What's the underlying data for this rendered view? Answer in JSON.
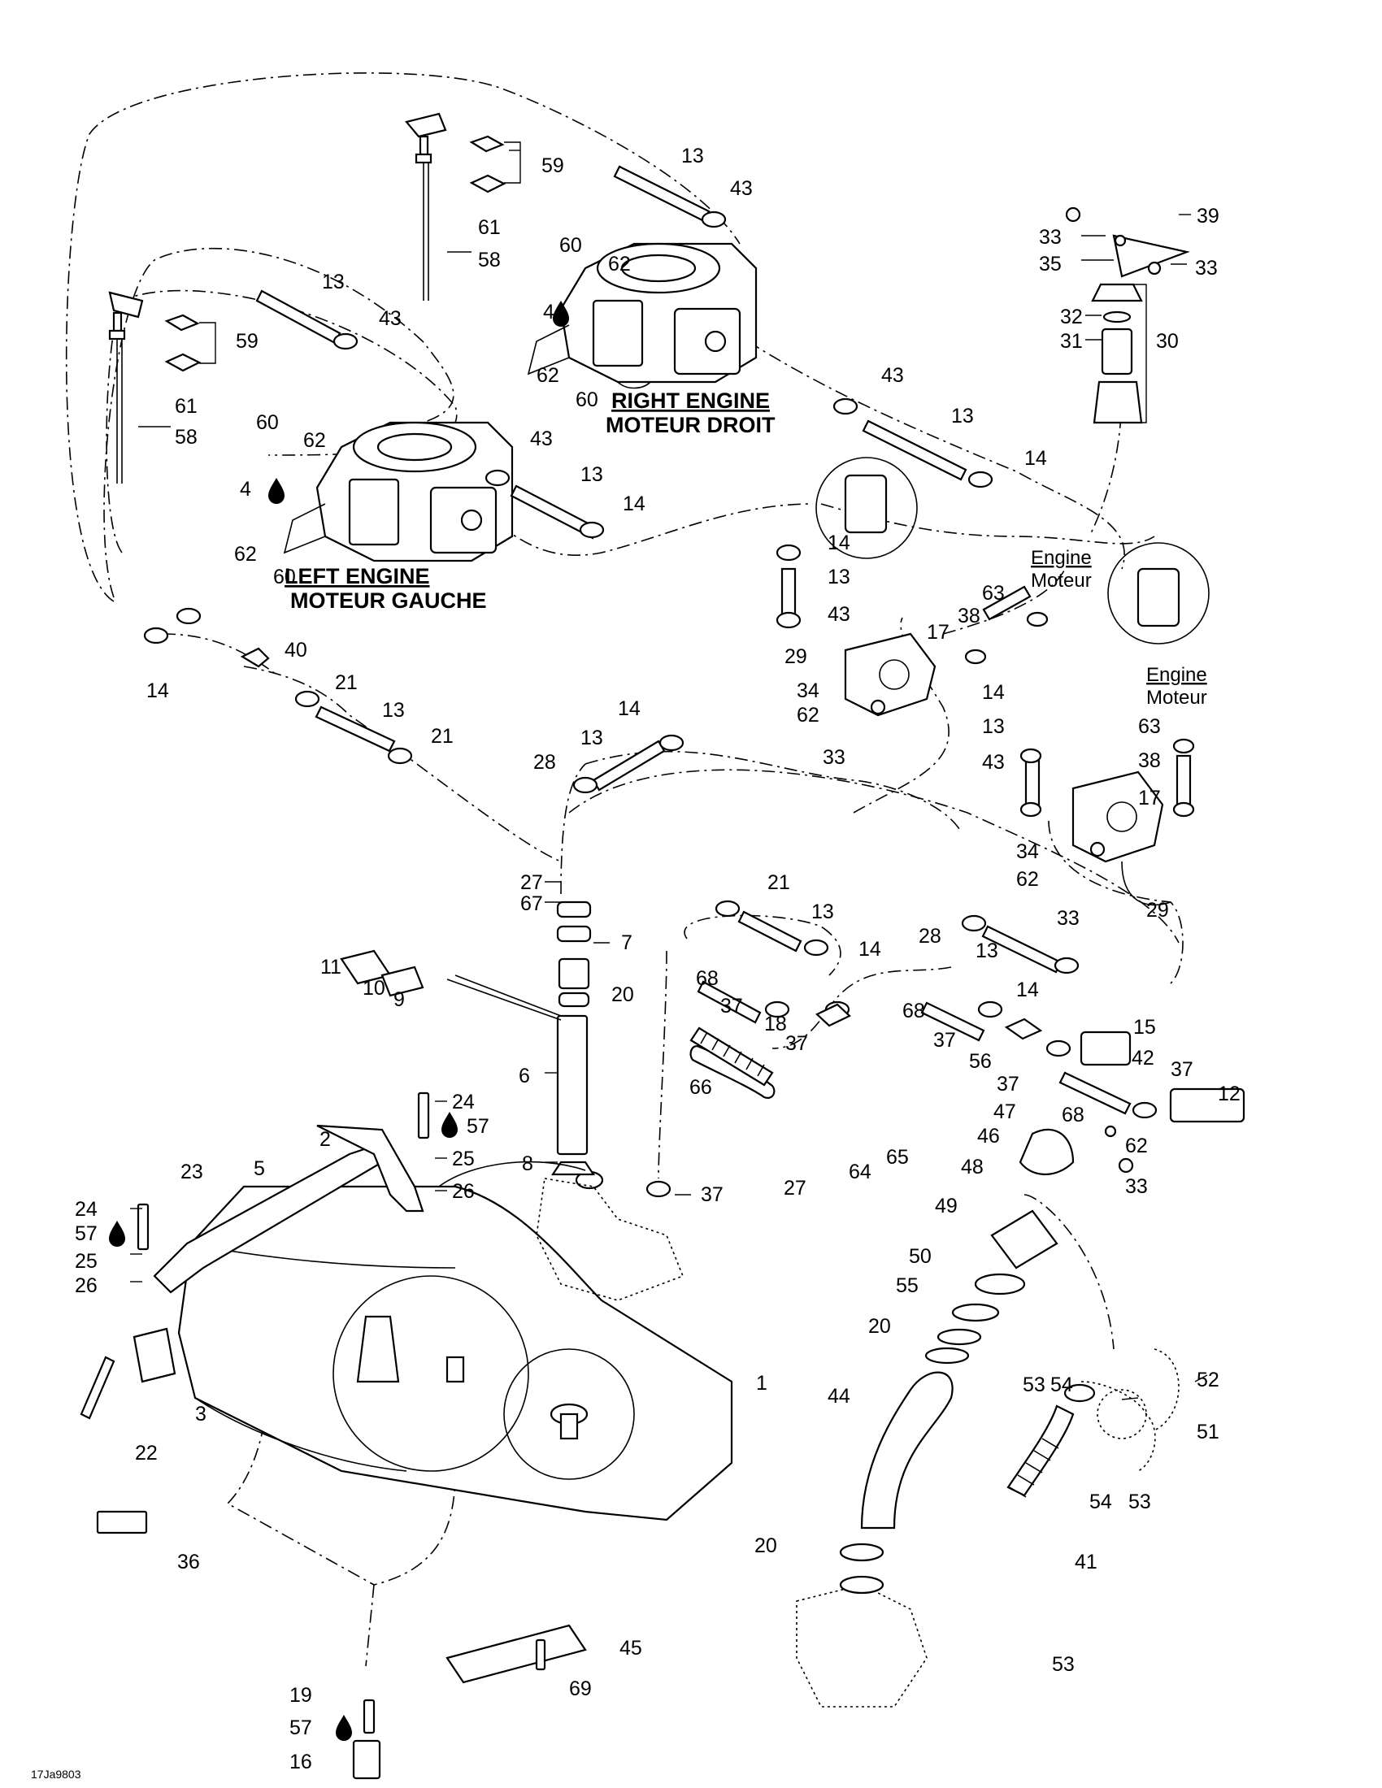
{
  "sheet": {
    "code": "17Ja9803"
  },
  "headings": {
    "right_engine": "RIGHT ENGINE",
    "right_engine_fr": "MOTEUR DROIT",
    "left_engine": "LEFT ENGINE",
    "left_engine_fr": "MOTEUR GAUCHE",
    "engine_label": "Engine",
    "engine_label_fr": "Moteur"
  },
  "icons": {
    "oil_drop": "oil-drop-icon"
  },
  "callouts": [
    {
      "id": "c13a",
      "text": "13"
    },
    {
      "id": "c43a",
      "text": "43"
    },
    {
      "id": "c59a",
      "text": "59"
    },
    {
      "id": "c61a",
      "text": "61"
    },
    {
      "id": "c58a",
      "text": "58"
    },
    {
      "id": "c60a",
      "text": "60"
    },
    {
      "id": "c62a",
      "text": "62"
    },
    {
      "id": "c4a",
      "text": "4"
    },
    {
      "id": "c62b",
      "text": "62"
    },
    {
      "id": "c60b",
      "text": "60"
    },
    {
      "id": "c13b",
      "text": "13"
    },
    {
      "id": "c43b",
      "text": "43"
    },
    {
      "id": "c59b",
      "text": "59"
    },
    {
      "id": "c61b",
      "text": "61"
    },
    {
      "id": "c58b",
      "text": "58"
    },
    {
      "id": "c60c",
      "text": "60"
    },
    {
      "id": "c62c",
      "text": "62"
    },
    {
      "id": "c4b",
      "text": "4"
    },
    {
      "id": "c62d",
      "text": "62"
    },
    {
      "id": "c60d",
      "text": "60"
    },
    {
      "id": "c43c",
      "text": "43"
    },
    {
      "id": "c13c",
      "text": "13"
    },
    {
      "id": "c14a",
      "text": "14"
    },
    {
      "id": "c33a",
      "text": "33"
    },
    {
      "id": "c39",
      "text": "39"
    },
    {
      "id": "c35",
      "text": "35"
    },
    {
      "id": "c33b",
      "text": "33"
    },
    {
      "id": "c32",
      "text": "32"
    },
    {
      "id": "c31",
      "text": "31"
    },
    {
      "id": "c30",
      "text": "30"
    },
    {
      "id": "c43d",
      "text": "43"
    },
    {
      "id": "c13d",
      "text": "13"
    },
    {
      "id": "c14b",
      "text": "14"
    },
    {
      "id": "c14c",
      "text": "14"
    },
    {
      "id": "c13e",
      "text": "13"
    },
    {
      "id": "c43e",
      "text": "43"
    },
    {
      "id": "c63a",
      "text": "63"
    },
    {
      "id": "c38a",
      "text": "38"
    },
    {
      "id": "c17a",
      "text": "17"
    },
    {
      "id": "c29a",
      "text": "29"
    },
    {
      "id": "c34a",
      "text": "34"
    },
    {
      "id": "c62e",
      "text": "62"
    },
    {
      "id": "c33c",
      "text": "33"
    },
    {
      "id": "c14d",
      "text": "14"
    },
    {
      "id": "c40",
      "text": "40"
    },
    {
      "id": "c21a",
      "text": "21"
    },
    {
      "id": "c13f",
      "text": "13"
    },
    {
      "id": "c21b",
      "text": "21"
    },
    {
      "id": "c14e",
      "text": "14"
    },
    {
      "id": "c13g",
      "text": "13"
    },
    {
      "id": "c28a",
      "text": "28"
    },
    {
      "id": "c14f",
      "text": "14"
    },
    {
      "id": "c13h",
      "text": "13"
    },
    {
      "id": "c43f",
      "text": "43"
    },
    {
      "id": "c63b",
      "text": "63"
    },
    {
      "id": "c38b",
      "text": "38"
    },
    {
      "id": "c17b",
      "text": "17"
    },
    {
      "id": "c34b",
      "text": "34"
    },
    {
      "id": "c62f",
      "text": "62"
    },
    {
      "id": "c33d",
      "text": "33"
    },
    {
      "id": "c29b",
      "text": "29"
    },
    {
      "id": "c27a",
      "text": "27"
    },
    {
      "id": "c67",
      "text": "67"
    },
    {
      "id": "c7",
      "text": "7"
    },
    {
      "id": "c20a",
      "text": "20"
    },
    {
      "id": "c11",
      "text": "11"
    },
    {
      "id": "c10",
      "text": "10"
    },
    {
      "id": "c9",
      "text": "9"
    },
    {
      "id": "c21c",
      "text": "21"
    },
    {
      "id": "c13i",
      "text": "13"
    },
    {
      "id": "c14g",
      "text": "14"
    },
    {
      "id": "c28b",
      "text": "28"
    },
    {
      "id": "c13j",
      "text": "13"
    },
    {
      "id": "c14h",
      "text": "14"
    },
    {
      "id": "c68a",
      "text": "68"
    },
    {
      "id": "c37a",
      "text": "37"
    },
    {
      "id": "c18",
      "text": "18"
    },
    {
      "id": "c37b",
      "text": "37"
    },
    {
      "id": "c68b",
      "text": "68"
    },
    {
      "id": "c37c",
      "text": "37"
    },
    {
      "id": "c56",
      "text": "56"
    },
    {
      "id": "c37d",
      "text": "37"
    },
    {
      "id": "c15",
      "text": "15"
    },
    {
      "id": "c42",
      "text": "42"
    },
    {
      "id": "c37e",
      "text": "37"
    },
    {
      "id": "c12",
      "text": "12"
    },
    {
      "id": "c68c",
      "text": "68"
    },
    {
      "id": "c62g",
      "text": "62"
    },
    {
      "id": "c33e",
      "text": "33"
    },
    {
      "id": "c6",
      "text": "6"
    },
    {
      "id": "c66",
      "text": "66"
    },
    {
      "id": "c24a",
      "text": "24"
    },
    {
      "id": "c57a",
      "text": "57"
    },
    {
      "id": "c25a",
      "text": "25"
    },
    {
      "id": "c26a",
      "text": "26"
    },
    {
      "id": "c8",
      "text": "8"
    },
    {
      "id": "c2",
      "text": "2"
    },
    {
      "id": "c5",
      "text": "5"
    },
    {
      "id": "c23",
      "text": "23"
    },
    {
      "id": "c24b",
      "text": "24"
    },
    {
      "id": "c57b",
      "text": "57"
    },
    {
      "id": "c25b",
      "text": "25"
    },
    {
      "id": "c26b",
      "text": "26"
    },
    {
      "id": "c37f",
      "text": "37"
    },
    {
      "id": "c64",
      "text": "64"
    },
    {
      "id": "c65",
      "text": "65"
    },
    {
      "id": "c27b",
      "text": "27"
    },
    {
      "id": "c47",
      "text": "47"
    },
    {
      "id": "c46",
      "text": "46"
    },
    {
      "id": "c48",
      "text": "48"
    },
    {
      "id": "c49",
      "text": "49"
    },
    {
      "id": "c50",
      "text": "50"
    },
    {
      "id": "c55",
      "text": "55"
    },
    {
      "id": "c20b",
      "text": "20"
    },
    {
      "id": "c1",
      "text": "1"
    },
    {
      "id": "c3",
      "text": "3"
    },
    {
      "id": "c22",
      "text": "22"
    },
    {
      "id": "c44",
      "text": "44"
    },
    {
      "id": "c53a",
      "text": "53"
    },
    {
      "id": "c54a",
      "text": "54"
    },
    {
      "id": "c52",
      "text": "52"
    },
    {
      "id": "c51",
      "text": "51"
    },
    {
      "id": "c54b",
      "text": "54"
    },
    {
      "id": "c53b",
      "text": "53"
    },
    {
      "id": "c41",
      "text": "41"
    },
    {
      "id": "c36",
      "text": "36"
    },
    {
      "id": "c20c",
      "text": "20"
    },
    {
      "id": "c45",
      "text": "45"
    },
    {
      "id": "c53c",
      "text": "53"
    },
    {
      "id": "c19",
      "text": "19"
    },
    {
      "id": "c57c",
      "text": "57"
    },
    {
      "id": "c16",
      "text": "16"
    },
    {
      "id": "c69",
      "text": "69"
    }
  ]
}
